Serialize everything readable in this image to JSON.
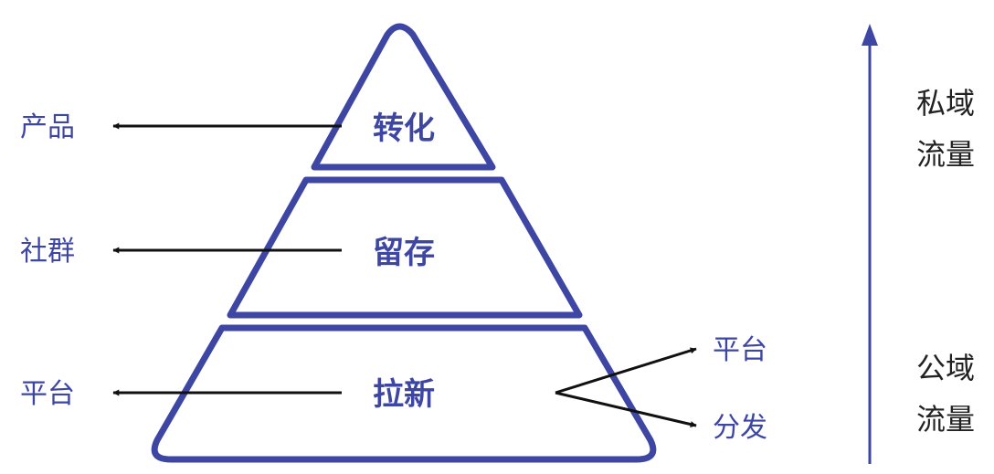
{
  "colors": {
    "accent": "#3e46a4",
    "line": "#111111",
    "text": "#222222"
  },
  "tiers": [
    {
      "label": "转化",
      "target": "产品"
    },
    {
      "label": "留存",
      "target": "社群"
    },
    {
      "label": "拉新",
      "target": "平台"
    }
  ],
  "branches": [
    "平台",
    "分发"
  ],
  "axis": {
    "top_line1": "私域",
    "top_line2": "流量",
    "bottom_line1": "公域",
    "bottom_line2": "流量"
  }
}
